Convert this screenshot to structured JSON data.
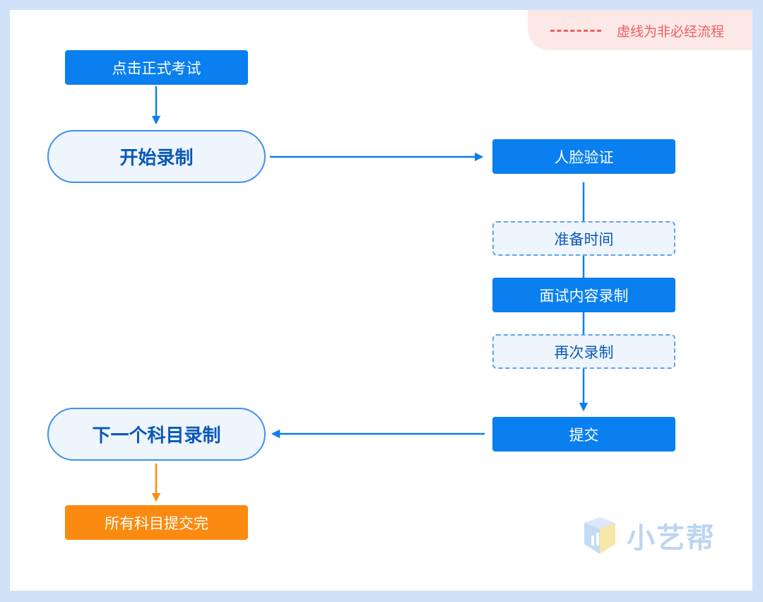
{
  "legend": {
    "label": "虚线为非必经流程",
    "dash_color": "#f25d5d"
  },
  "nodes": {
    "start_exam": "点击正式考试",
    "start_recording": "开始录制",
    "face_verify": "人脸验证",
    "prep_time": "准备时间",
    "interview_recording": "面试内容录制",
    "re_record": "再次录制",
    "submit": "提交",
    "next_subject": "下一个科目录制",
    "all_submitted": "所有科目提交完"
  },
  "brand": {
    "name": "小艺帮"
  },
  "colors": {
    "primary": "#0a7ff0",
    "orange": "#fb8a11",
    "pill_bg": "#eef5fd",
    "frame": "#cfe2f8"
  }
}
